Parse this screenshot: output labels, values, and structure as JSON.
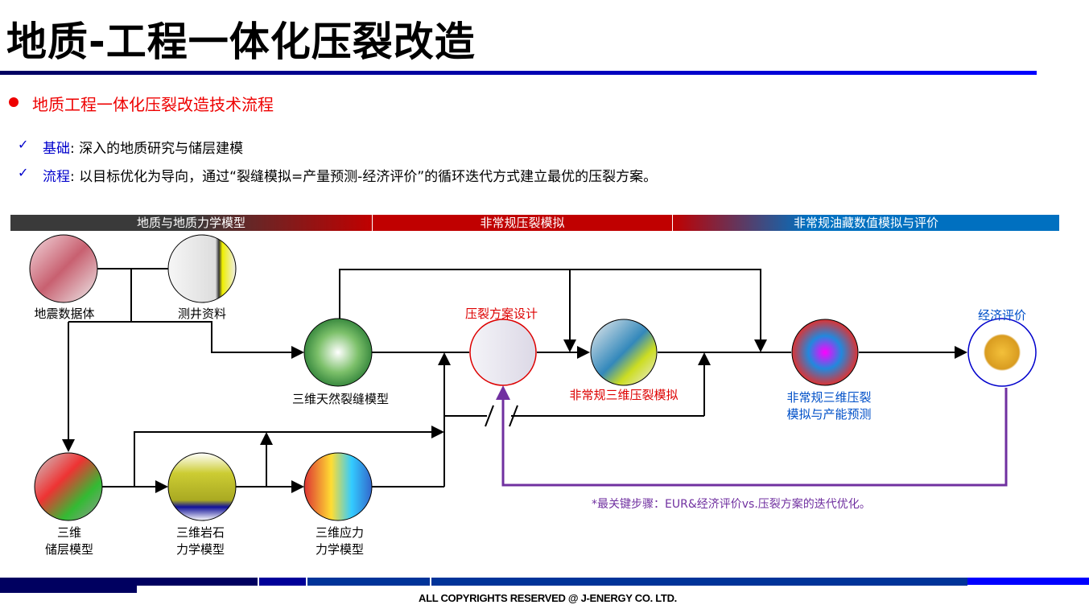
{
  "title": "地质-工程一体化压裂改造",
  "subtitle": "地质工程一体化压裂改造技术流程",
  "points": [
    {
      "check": "✓",
      "key": "基础",
      "text": ": 深入的地质研究与储层建模"
    },
    {
      "check": "✓",
      "key": "流程",
      "text": ": 以目标优化为导向，通过“裂缝模拟=产量预测-经济评价”的循环迭代方式建立最优的压裂方案。"
    }
  ],
  "bands": [
    "地质与地质力学模型",
    "非常规压裂模拟",
    "非常规油藏数值模拟与评价"
  ],
  "nodes": {
    "seismic": "地震数据体",
    "well": "测井资料",
    "fracture": "三维天然裂缝模型",
    "design": "压裂方案设计",
    "sim": "非常规三维压裂模拟",
    "prod1": "非常规三维压裂",
    "prod2": "模拟与产能预测",
    "econ": "经济评价",
    "res1": "三维",
    "res2": "储层模型",
    "rock1": "三维岩石",
    "rock2": "力学模型",
    "stress1": "三维应力",
    "stress2": "力学模型"
  },
  "note": "*最关键步骤：EUR&经济评价vs.压裂方案的迭代优化。",
  "footer": "ALL COPYRIGHTS RESERVED @ J-ENERGY CO. LTD.",
  "colors": {
    "red": "#e00000",
    "blue": "#0050c8",
    "purple": "#7030a0"
  }
}
